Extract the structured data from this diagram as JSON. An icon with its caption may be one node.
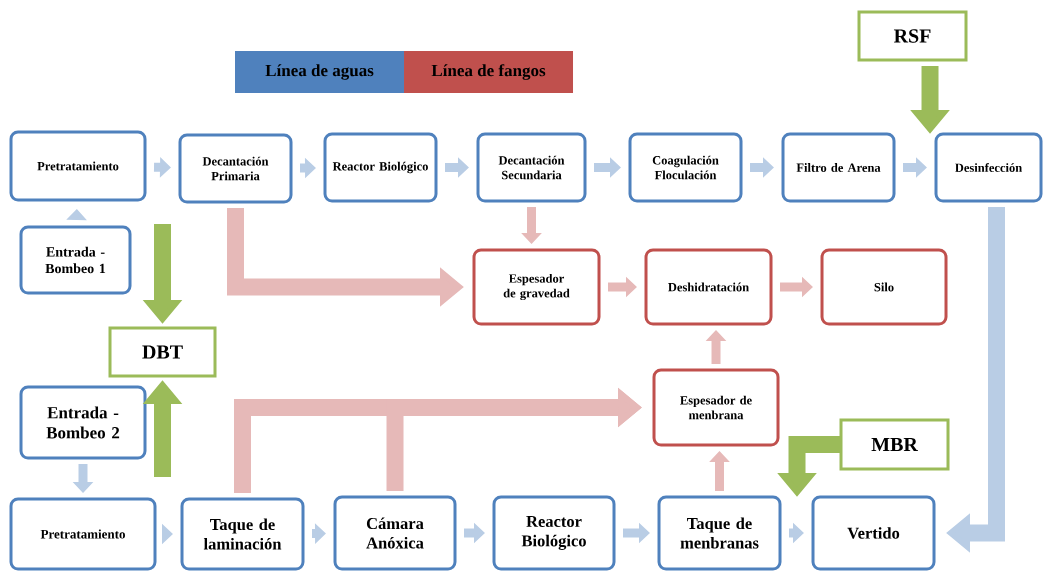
{
  "diagram": {
    "nodes": [
      {
        "text": [
          "Pretratamiento"
        ]
      },
      {
        "text": [
          "Decantación Primaria"
        ]
      },
      {
        "text": [
          "Reactor Biológico"
        ]
      },
      {
        "text": [
          "Decantación Secundaria"
        ]
      },
      {
        "text": [
          "Coagulación Floculación"
        ]
      },
      {
        "text": [
          "Filtro de Arena"
        ]
      },
      {
        "text": [
          "Desinfección"
        ]
      },
      {
        "text": [
          "RSF"
        ]
      },
      {
        "text": [
          "Entrada - Bombeo 1"
        ]
      },
      {
        "text": [
          "Espesador de gravedad"
        ]
      },
      {
        "text": [
          "Deshidratación"
        ]
      },
      {
        "text": [
          "Silo"
        ]
      },
      {
        "text": [
          "DBT"
        ]
      },
      {
        "text": [
          "Espesador de menbrana"
        ]
      },
      {
        "text": [
          "Entrada - Bombeo 2"
        ]
      },
      {
        "text": [
          "MBR"
        ]
      },
      {
        "text": [
          "Pretratamiento"
        ]
      },
      {
        "text": [
          "Taque de laminación"
        ]
      },
      {
        "text": [
          "Cámara Anóxica"
        ]
      },
      {
        "text": [
          "Reactor Biológico"
        ]
      },
      {
        "text": [
          "Taque de menbranas"
        ]
      },
      {
        "text": [
          "Vertido"
        ]
      }
    ],
    "edges": [
      {
        "from": 0,
        "to": 1,
        "arrow": "to"
      },
      {
        "from": 1,
        "to": 2,
        "arrow": "to"
      },
      {
        "from": 2,
        "to": 3,
        "arrow": "to"
      },
      {
        "from": 3,
        "to": 4,
        "arrow": "to"
      },
      {
        "from": 4,
        "to": 5,
        "arrow": "to"
      },
      {
        "from": 5,
        "to": 6,
        "arrow": "to"
      },
      {
        "from": 7,
        "to": 6,
        "arrow": "to",
        "style": "thick",
        "color": "#9bbb59"
      },
      {
        "from": 8,
        "to": 0,
        "arrow": "to"
      },
      {
        "from": null,
        "to": 12,
        "arrow": "to",
        "style": "thick",
        "color": "#9bbb59"
      },
      {
        "from": 1,
        "to": 9,
        "arrow": "to",
        "style": "thick",
        "color": "#e6b9b8"
      },
      {
        "from": 3,
        "to": 9,
        "arrow": "to",
        "color": "#e6b9b8"
      },
      {
        "from": 9,
        "to": 10,
        "arrow": "to",
        "color": "#e6b9b8"
      },
      {
        "from": 10,
        "to": 11,
        "arrow": "to",
        "color": "#e6b9b8"
      },
      {
        "from": 6,
        "to": 21,
        "arrow": "to",
        "style": "thick"
      },
      {
        "from": 13,
        "to": 10,
        "arrow": "to",
        "color": "#e6b9b8"
      },
      {
        "from": null,
        "to": 12,
        "arrow": "to",
        "style": "thick",
        "color": "#9bbb59"
      },
      {
        "from": 17,
        "to": 13,
        "arrow": "to",
        "style": "thick",
        "color": "#e6b9b8"
      },
      {
        "from": 18,
        "to": 13,
        "arrow": "to",
        "style": "thick",
        "color": "#e6b9b8"
      },
      {
        "from": 14,
        "to": 16,
        "arrow": "to"
      },
      {
        "from": 20,
        "to": 13,
        "arrow": "to",
        "color": "#e6b9b8"
      },
      {
        "from": 15,
        "to": 21,
        "arrow": "to",
        "style": "thick",
        "color": "#9bbb59"
      },
      {
        "from": 16,
        "to": 17,
        "arrow": "to"
      },
      {
        "from": 17,
        "to": 18,
        "arrow": "to"
      },
      {
        "from": 18,
        "to": 19,
        "arrow": "to"
      },
      {
        "from": 19,
        "to": 20,
        "arrow": "to"
      },
      {
        "from": 20,
        "to": 21,
        "arrow": "to"
      }
    ],
    "legend": [
      {
        "text": "Línea de aguas",
        "color": "#4f81bd"
      },
      {
        "text": "Línea de fangos",
        "color": "#c0504d"
      }
    ]
  }
}
